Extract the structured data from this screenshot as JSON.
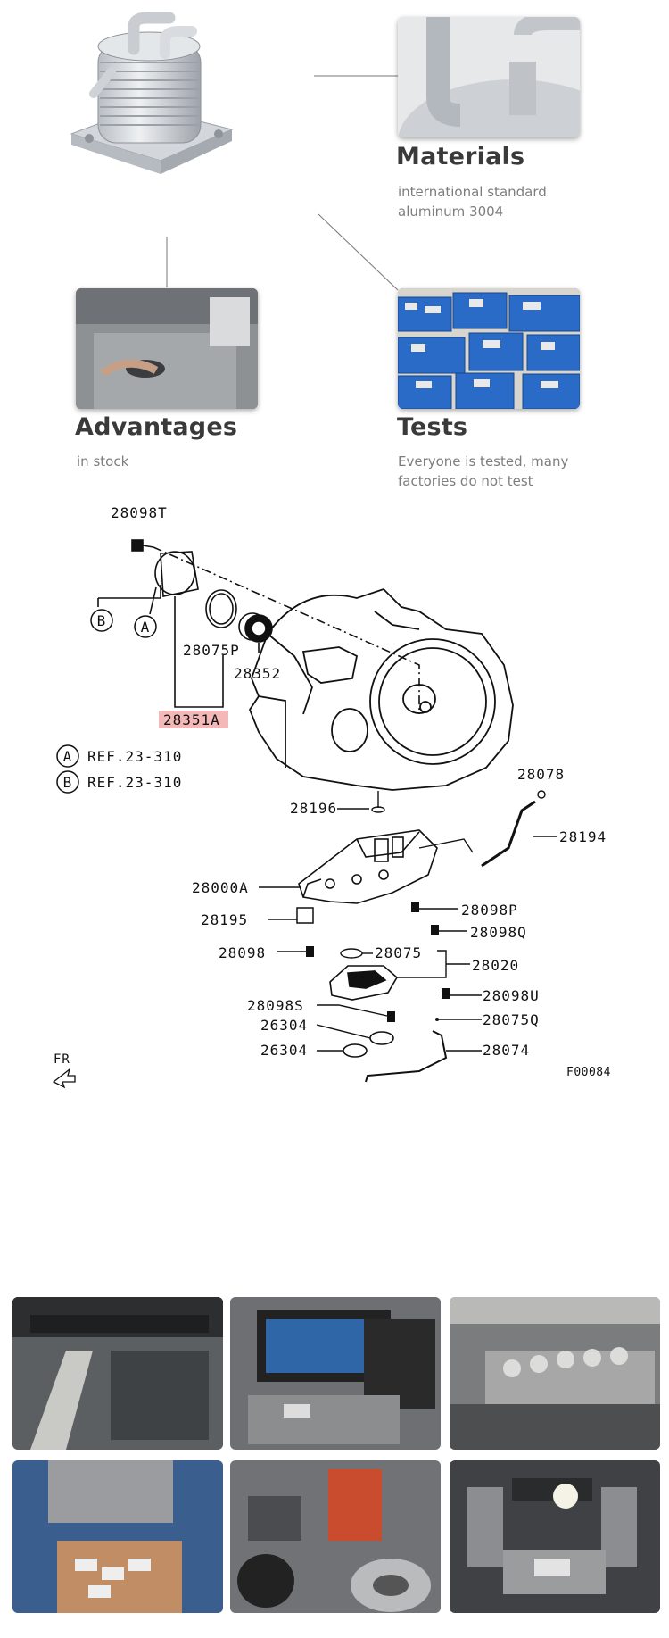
{
  "features": [
    {
      "title": "Materials",
      "desc_line1": "international standard",
      "desc_line2": "aluminum 3004"
    },
    {
      "title": "Advantages",
      "desc_line1": "in stock",
      "desc_line2": ""
    },
    {
      "title": "Tests",
      "desc_line1": "Everyone is tested, many",
      "desc_line2": "factories do not test"
    }
  ],
  "diagram": {
    "parts": {
      "p28098T": "28098T",
      "p28075P": "28075P",
      "p28352": "28352",
      "p28351A": "28351A",
      "p28196": "28196",
      "p28078": "28078",
      "p28194": "28194",
      "p28000A": "28000A",
      "p28098P": "28098P",
      "p28195": "28195",
      "p28098Q": "28098Q",
      "p28098": "28098",
      "p28075": "28075",
      "p28020": "28020",
      "p28098S": "28098S",
      "p28098U": "28098U",
      "p26304a": "26304",
      "p28075Q": "28075Q",
      "p26304b": "26304",
      "p28074": "28074"
    },
    "callout_a": "A",
    "callout_b": "B",
    "ref_a": "REF.23-310",
    "ref_b": "REF.23-310",
    "fr_label": "FR",
    "figure_code": "F00084",
    "highlight_color": "#f4b8b8"
  }
}
